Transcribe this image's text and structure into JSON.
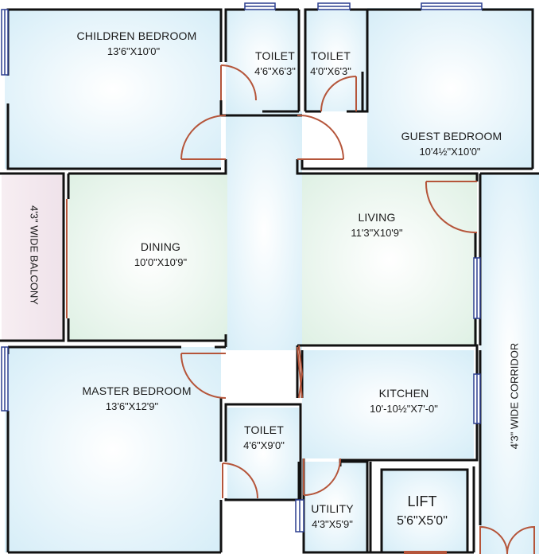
{
  "rooms": {
    "children_bedroom": {
      "name": "CHILDREN BEDROOM",
      "dim": "13'6\"X10'0\""
    },
    "toilet_1": {
      "name": "TOILET",
      "dim": "4'6\"X6'3\""
    },
    "toilet_2": {
      "name": "TOILET",
      "dim": "4'0\"X6'3\""
    },
    "guest_bedroom": {
      "name": "GUEST BEDROOM",
      "dim": "10'4½\"X10'0\""
    },
    "living": {
      "name": "LIVING",
      "dim": "11'3\"X10'9\""
    },
    "dining": {
      "name": "DINING",
      "dim": "10'0\"X10'9\""
    },
    "balcony": {
      "label": "4'3\" WIDE BALCONY"
    },
    "master_bedroom": {
      "name": "MASTER BEDROOM",
      "dim": "13'6\"X12'9\""
    },
    "toilet_3": {
      "name": "TOILET",
      "dim": "4'6\"X9'0\""
    },
    "kitchen": {
      "name": "KITCHEN",
      "dim": "10'-10½\"X7'-0\""
    },
    "utility": {
      "name": "UTILITY",
      "dim": "4'3\"X5'9\""
    },
    "lift": {
      "name": "LIFT",
      "dim": "5'6\"X5'0\""
    },
    "corridor": {
      "label": "4'3\" WIDE CORRIDOR"
    }
  },
  "colors": {
    "wall": "#111111",
    "door": "#b5553a",
    "window": "#2c3f8f",
    "floor_light": "#eaf6fb",
    "floor_dining": "#eef6ee",
    "balcony": "#f4e7ee"
  }
}
